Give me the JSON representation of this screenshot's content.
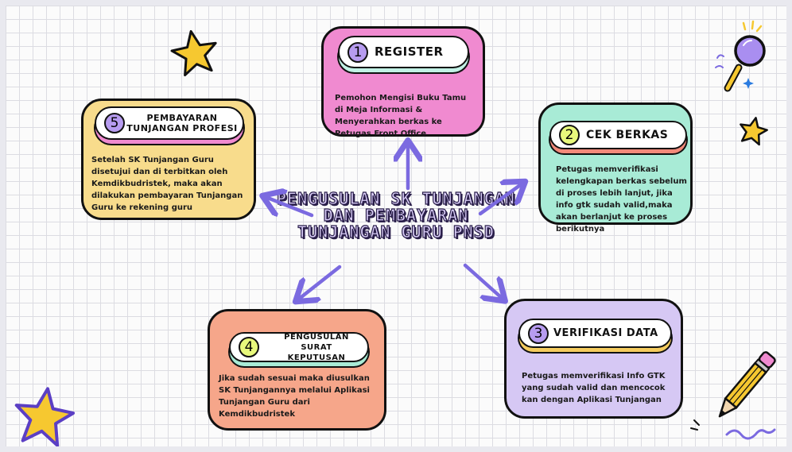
{
  "center_title": "PENGUSULAN SK TUNJANGAN DAN PEMBAYARAN TUNJANGAN GURU PNSD",
  "steps": [
    {
      "num": "1",
      "title": "REGISTER",
      "body": "Pemohon Mengisi Buku Tamu di Meja Informasi & Menyerahkan berkas ke Petugas Front Office",
      "color": "#f08ad0"
    },
    {
      "num": "2",
      "title": "CEK BERKAS",
      "body": "Petugas memverifikasi kelengkapan berkas sebelum di proses lebih lanjut, jika info gtk sudah valid,maka akan berlanjut ke proses berikutnya",
      "color": "#a8ebd6"
    },
    {
      "num": "3",
      "title": "VERIFIKASI DATA",
      "body": "Petugas memverifikasi Info GTK yang sudah valid dan mencocok kan dengan Aplikasi Tunjangan",
      "color": "#d6c8f4"
    },
    {
      "num": "4",
      "title": "PENGUSULAN SURAT KEPUTUSAN",
      "body": "Jika sudah sesuai maka diusulkan SK Tunjangannya melalui Aplikasi Tunjangan Guru dari Kemdikbudristek",
      "color": "#f6a68a"
    },
    {
      "num": "5",
      "title": "PEMBAYARAN TUNJANGAN PROFESI",
      "body": "Setelah SK Tunjangan Guru disetujui dan di terbitkan oleh Kemdikbudristek, maka akan dilakukan pembayaran Tunjangan Guru ke rekening guru",
      "color": "#f8dc8c"
    }
  ],
  "decorations": [
    "star-icon",
    "magnifier-icon",
    "pencil-icon",
    "sparkle-icon"
  ],
  "colors": {
    "arrow": "#7b6ae0",
    "outline": "#111111"
  }
}
